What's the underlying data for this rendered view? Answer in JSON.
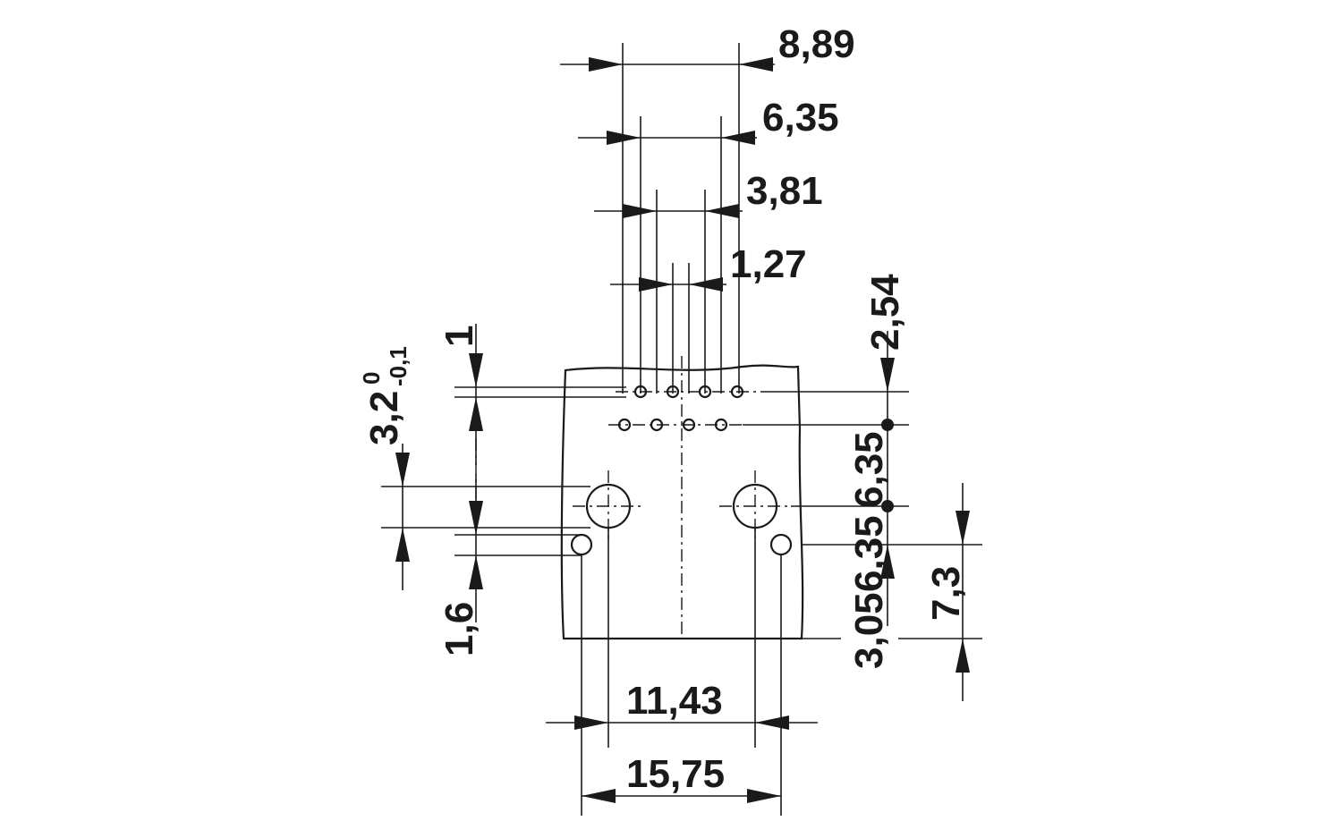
{
  "drawing": {
    "top_dims": [
      "8,89",
      "6,35",
      "3,81",
      "1,27"
    ],
    "left_dims": {
      "d1": "1",
      "d32": "3,2",
      "d32_upper": "0",
      "d32_lower": "-0,1",
      "d16": "1,6"
    },
    "right_dims": {
      "d254": "2,54",
      "d635": "6,35",
      "d635b": "6,35",
      "d305": "3,05",
      "d73": "7,3"
    },
    "bottom_dims": [
      "11,43",
      "15,75"
    ]
  }
}
